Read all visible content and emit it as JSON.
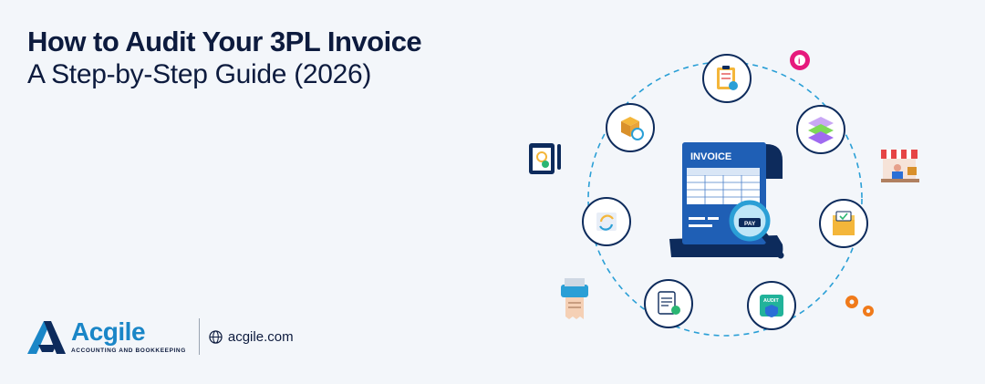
{
  "title": {
    "line1": "How to Audit Your 3PL Invoice",
    "line2": "A Step-by-Step Guide (2026)"
  },
  "brand": {
    "name": "Acgile",
    "tagline": "ACCOUNTING AND BOOKKEEPING",
    "website": "acgile.com"
  },
  "invoice": {
    "heading": "INVOICE",
    "pay_label": "PAY"
  },
  "badges": {
    "audit_label": "AUDIT",
    "info_glyph": "i"
  },
  "colors": {
    "navy": "#0d2b5c",
    "accent": "#1a86c7",
    "background": "#f3f6fa",
    "magenta": "#e6197d",
    "orange": "#f07a1a"
  }
}
